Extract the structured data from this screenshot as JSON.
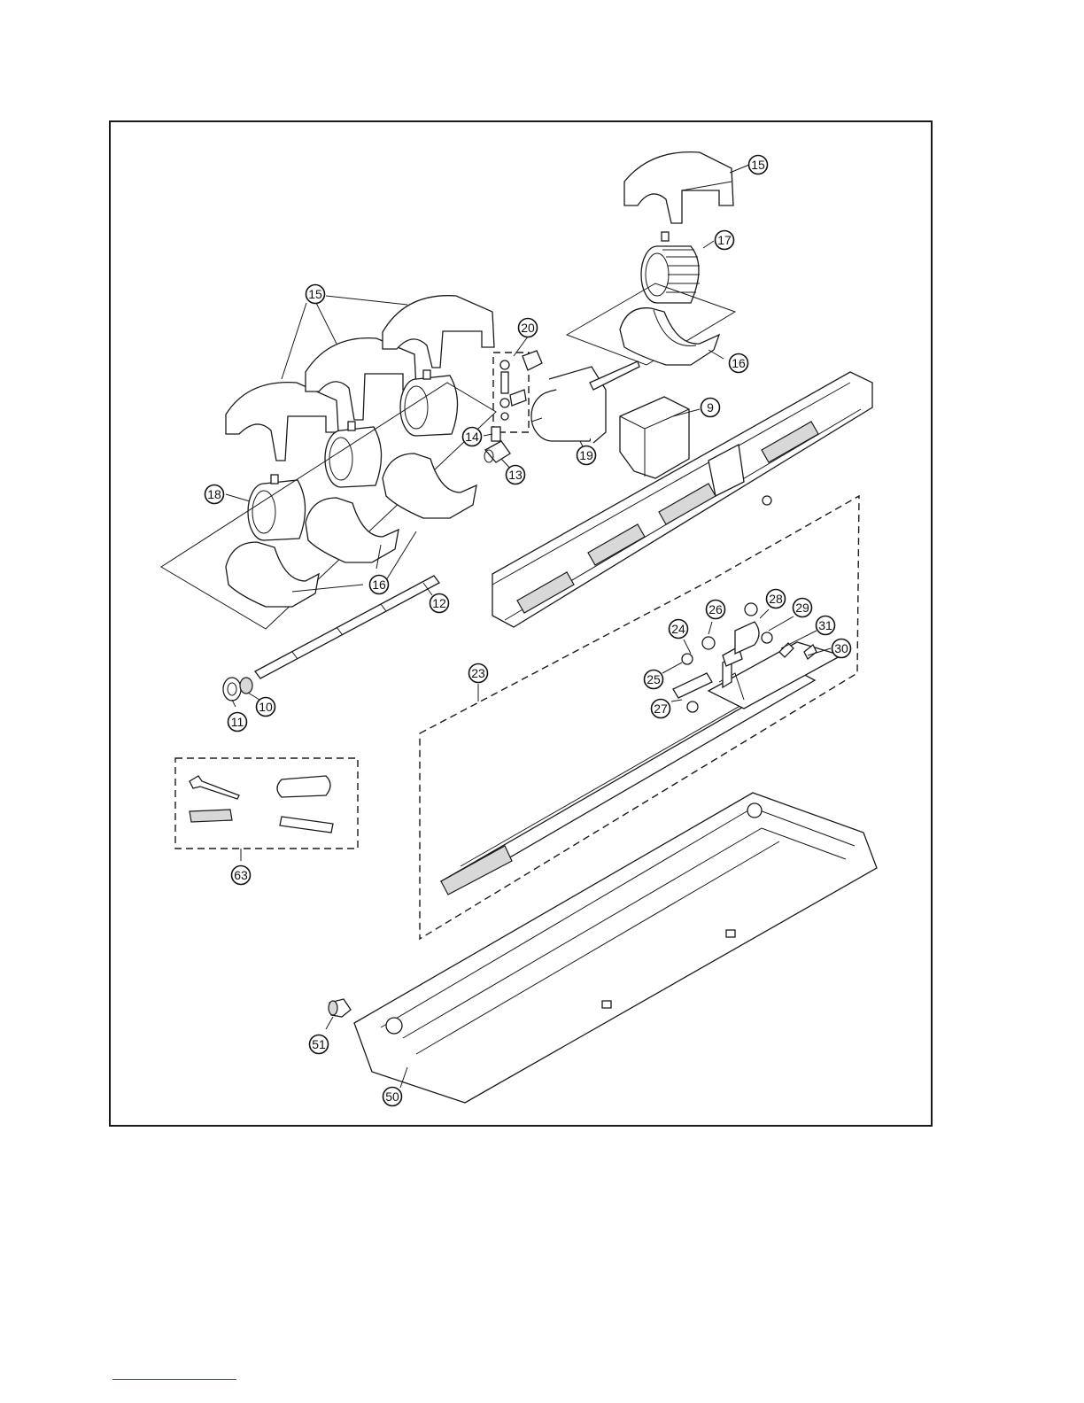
{
  "callouts": [
    {
      "id": "c15a",
      "label": "15"
    },
    {
      "id": "c17",
      "label": "17"
    },
    {
      "id": "c15b",
      "label": "15"
    },
    {
      "id": "c20",
      "label": "20"
    },
    {
      "id": "c16a",
      "label": "16"
    },
    {
      "id": "c9",
      "label": "9"
    },
    {
      "id": "c14",
      "label": "14"
    },
    {
      "id": "c19",
      "label": "19"
    },
    {
      "id": "c13",
      "label": "13"
    },
    {
      "id": "c18",
      "label": "18"
    },
    {
      "id": "c16b",
      "label": "16"
    },
    {
      "id": "c12",
      "label": "12"
    },
    {
      "id": "c26",
      "label": "26"
    },
    {
      "id": "c28",
      "label": "28"
    },
    {
      "id": "c29",
      "label": "29"
    },
    {
      "id": "c31",
      "label": "31"
    },
    {
      "id": "c24",
      "label": "24"
    },
    {
      "id": "c30",
      "label": "30"
    },
    {
      "id": "c23",
      "label": "23"
    },
    {
      "id": "c25",
      "label": "25"
    },
    {
      "id": "c27",
      "label": "27"
    },
    {
      "id": "c11",
      "label": "11"
    },
    {
      "id": "c10",
      "label": "10"
    },
    {
      "id": "c63",
      "label": "63"
    },
    {
      "id": "c51",
      "label": "51"
    },
    {
      "id": "c50",
      "label": "50"
    }
  ]
}
